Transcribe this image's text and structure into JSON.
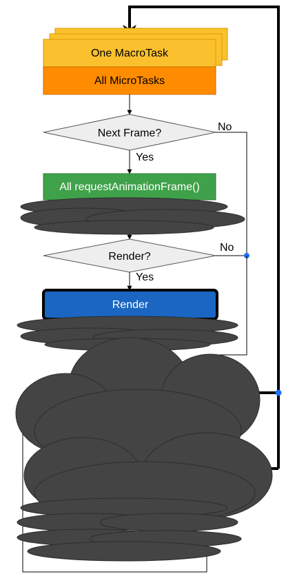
{
  "diagram": {
    "nodes": {
      "macrotask": {
        "label": "One MacroTask"
      },
      "microtasks": {
        "label": "All MicroTasks"
      },
      "next_frame": {
        "label": "Next Frame?"
      },
      "raf": {
        "label": "All requestAnimationFrame()"
      },
      "render_decision": {
        "label": "Render?"
      },
      "render": {
        "label": "Render"
      }
    },
    "edges": {
      "next_frame_yes": "Yes",
      "next_frame_no": "No",
      "render_yes": "Yes",
      "render_no": "No"
    },
    "colors": {
      "macrotask_fill": "#FBC02D",
      "microtasks_fill": "#FF8C00",
      "decision_fill": "#EEEEEE",
      "raf_fill": "#3FA14A",
      "render_fill": "#1A66C2",
      "cloud_fill": "#444444",
      "junction_dot": "#1E6FFF"
    }
  }
}
